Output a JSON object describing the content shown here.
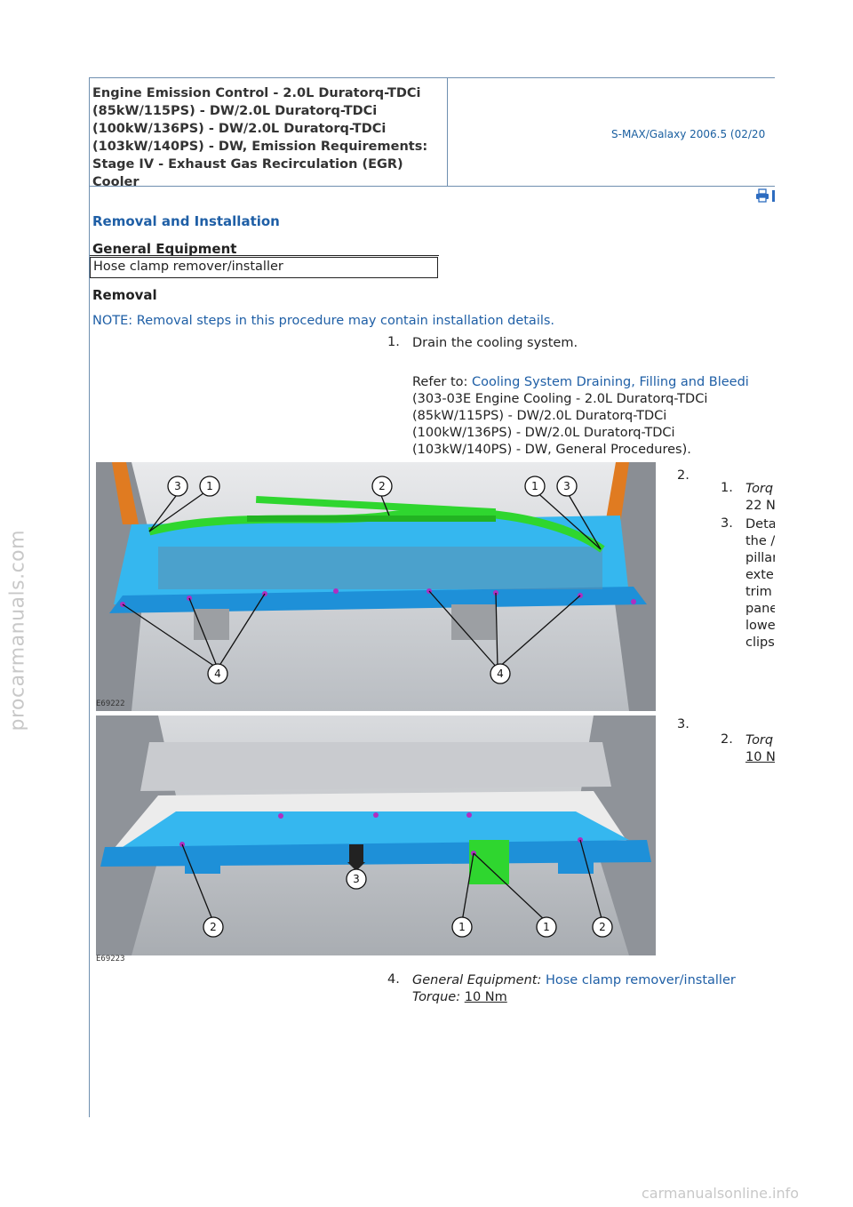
{
  "header": {
    "title": "Engine Emission Control - 2.0L Duratorq-TDCi (85kW/115PS) - DW/2.0L Duratorq-TDCi (100kW/136PS) - DW/2.0L Duratorq-TDCi (103kW/140PS) - DW, Emission Requirements: Stage IV - Exhaust Gas Recirculation (EGR) Cooler",
    "vehicle": "S-MAX/Galaxy 2006.5 (02/20"
  },
  "toolbar": {
    "print_icon": "printer-icon"
  },
  "content": {
    "section_title": "Removal and Installation",
    "equipment_heading": "General Equipment",
    "equipment_items": [
      "Hose clamp remover/installer"
    ],
    "removal_heading": "Removal",
    "note": "NOTE: Removal steps in this procedure may contain installation details.",
    "step1": {
      "num": "1.",
      "text": "Drain the cooling system.",
      "ref_label": "Refer to:",
      "ref_link": "Cooling System Draining, Filling and Bleedi",
      "ref_lines": [
        "(303-03E Engine Cooling - 2.0L Duratorq-TDCi",
        "(85kW/115PS) - DW/2.0L Duratorq-TDCi",
        "(100kW/136PS) - DW/2.0L Duratorq-TDCi",
        "(103kW/140PS) - DW, General Procedures)."
      ]
    },
    "step2": {
      "num": "2.",
      "sub1_num": "1.",
      "sub1_label": "Torq",
      "sub1_value": "22 N",
      "sub3_num": "3.",
      "sub3_lines": [
        "Deta",
        "the /",
        "pillar",
        "exte",
        "trim",
        "pane",
        "lowe",
        "clips"
      ],
      "figure_id": "E69222"
    },
    "step3": {
      "num": "3.",
      "sub2_num": "2.",
      "sub2_label": "Torq",
      "sub2_value": "10 N",
      "figure_id": "E69223"
    },
    "step4": {
      "num": "4.",
      "equip_label": "General Equipment:",
      "equip_link": "Hose clamp remover/installer",
      "torque_label": "Torque:",
      "torque_value": "10 Nm"
    }
  },
  "figure1_callouts": [
    "3",
    "1",
    "2",
    "1",
    "3",
    "4",
    "4"
  ],
  "figure2_callouts": [
    "3",
    "2",
    "1",
    "1",
    "2"
  ],
  "watermarks": {
    "side": "procarmanuals.com",
    "bottom": "carmanualsonline.info"
  }
}
